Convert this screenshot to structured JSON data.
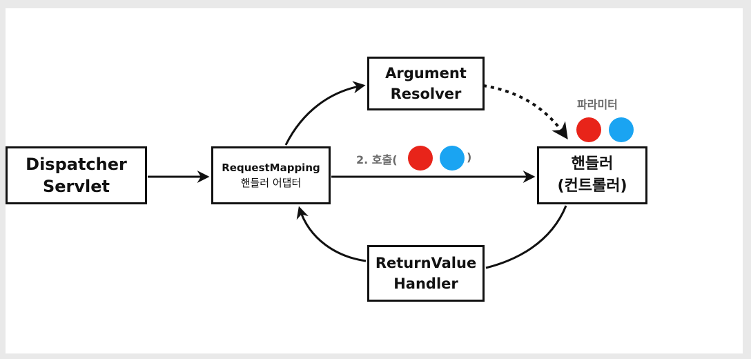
{
  "nodes": {
    "dispatcher": {
      "lines": [
        "Dispatcher",
        "Servlet"
      ]
    },
    "adapter": {
      "line1": "RequestMapping",
      "line2": "핸들러 어댑터"
    },
    "resolver": {
      "lines": [
        "Argument",
        "Resolver"
      ]
    },
    "return_value": {
      "lines": [
        "ReturnValue",
        "Handler"
      ]
    },
    "handler": {
      "lines": [
        "핸들러",
        "(컨트롤러)"
      ]
    }
  },
  "labels": {
    "call_open": "2. 호출(",
    "call_close": ")",
    "parameter": "파라미터"
  },
  "colors": {
    "red_dot": "#e8241a",
    "blue_dot": "#1aa4f2",
    "stroke": "#111111"
  }
}
